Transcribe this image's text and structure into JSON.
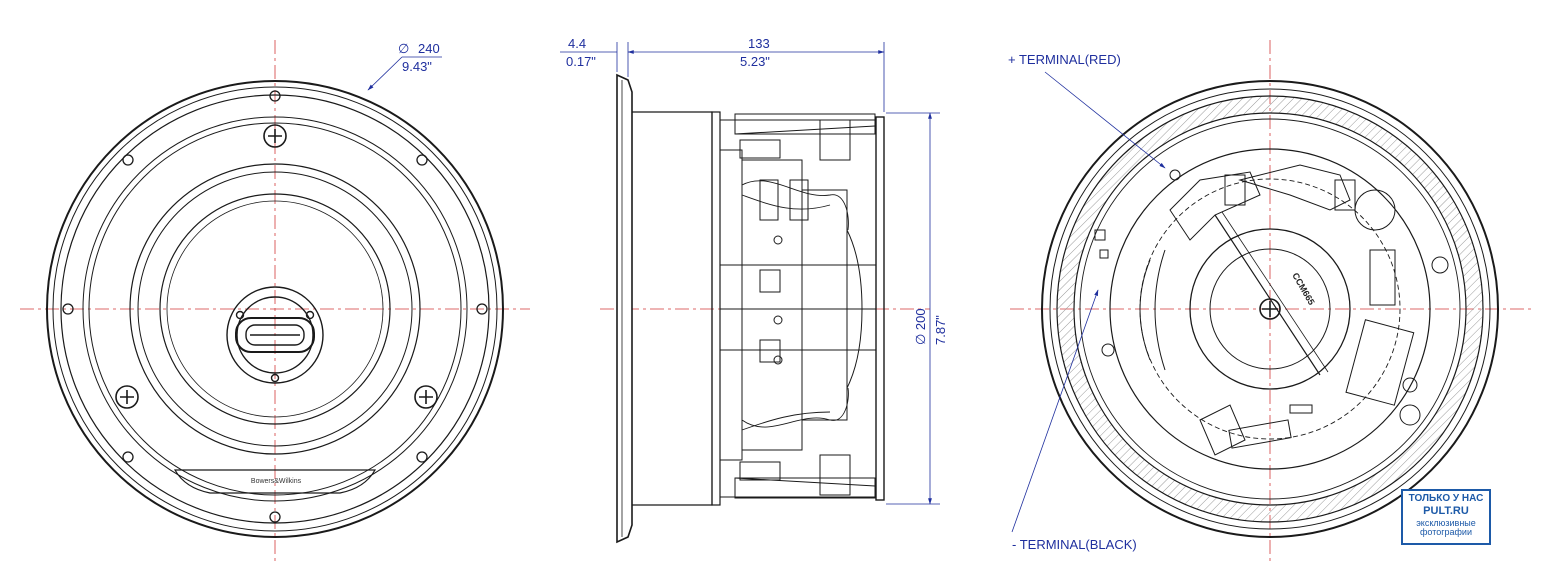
{
  "dimensions": {
    "diameter_outer_symbol": "∅",
    "diameter_outer_mm": "240",
    "diameter_outer_in": "9.43\"",
    "flange_depth_mm": "4.4",
    "flange_depth_in": "0.17\"",
    "mount_depth_mm": "133",
    "mount_depth_in": "5.23\"",
    "cutout_diameter": "∅ 200",
    "cutout_diameter_in": "7.87\""
  },
  "labels": {
    "terminal_positive": "+ TERMINAL(RED)",
    "terminal_negative": "- TERMINAL(BLACK)",
    "brand": "Bowers&Wilkins",
    "model": "CCM665"
  },
  "stamp": {
    "line1": "ТОЛЬКО У НАС",
    "line2": "PULT.RU",
    "line3": "эксклюзивные",
    "line4": "фотографии"
  },
  "colors": {
    "line": "#1a1a1a",
    "dimension": "#1f2f9e",
    "centerline": "#d33a3a",
    "hatch": "#9a9a9a",
    "stamp": "#1d5aa8"
  }
}
